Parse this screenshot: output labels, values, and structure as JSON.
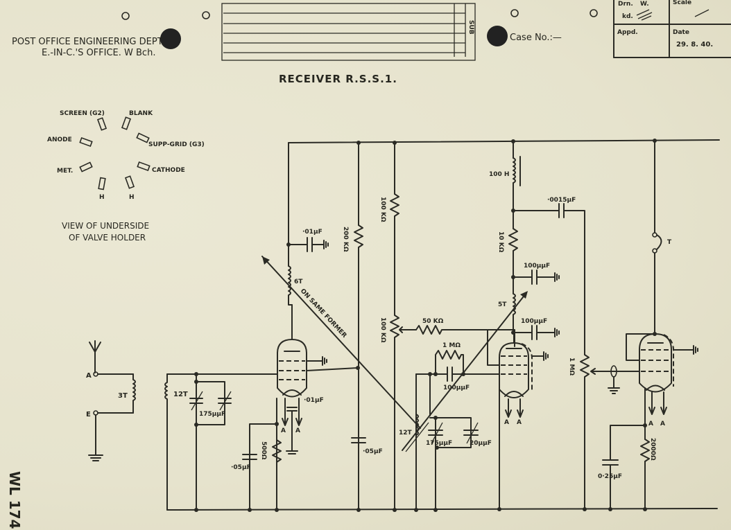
{
  "header": {
    "department": "POST OFFICE ENGINEERING DEPT.",
    "office": "E.-IN-C.'S OFFICE. W Bch.",
    "case_no": "Case No.:—",
    "title": "RECEIVER R.S.S.1.",
    "side_label": "SUB",
    "title_block": {
      "drn_label": "Drn.",
      "drn_value": "W.",
      "ckd_label": "kd.",
      "scale_label": "Scale",
      "scale_value": "/",
      "appd_label": "Appd.",
      "date_label": "Date",
      "date_value": "29. 8. 40."
    },
    "drawing_number": "WL 174"
  },
  "valve_holder": {
    "pins": [
      "SCREEN (G2)",
      "BLANK",
      "SUPP-GRID (G3)",
      "CATHODE",
      "H",
      "H",
      "MET.",
      "ANODE"
    ],
    "caption_line1": "VIEW OF UNDERSIDE",
    "caption_line2": "OF VALVE HOLDER"
  },
  "schematic": {
    "terminals": {
      "aerial": "A",
      "earth": "E"
    },
    "components": {
      "aerial_coil": "3T",
      "grid_coil_1": "12T",
      "tuning_cap_1": "175µµF",
      "reaction_coil": "6T",
      "decoupling_cap_1": "·01µF",
      "anode_resistor_1": "200 KΩ",
      "cathode_bypass_1": "·01µF",
      "cathode_resistor_1": "500Ω",
      "cathode_cap_1": "·05µF",
      "coupling_cap": "·05µF",
      "former_note": "ON SAME FORMER",
      "feed_resistor": "100 KΩ",
      "reaction_pot": "100 KΩ",
      "series_resistor": "50 KΩ",
      "grid_leak": "1 MΩ",
      "grid_cap": "100µµF",
      "grid_coil_2": "12T",
      "tuning_cap_2": "175µµF",
      "trimmer_cap": "20µµF",
      "choke": "100 H",
      "output_cap": "·0015µF",
      "anode_resistor_2": "10 KΩ",
      "decoupling_cap_2": "100µµF",
      "reaction_coil_2": "5T",
      "anode_bypass_2": "100µµF",
      "volume_pot": "1 MΩ",
      "phones": "T",
      "cathode_cap_3": "0·25µF",
      "cathode_resistor_3": "2000Ω",
      "heater_label": "A"
    }
  }
}
